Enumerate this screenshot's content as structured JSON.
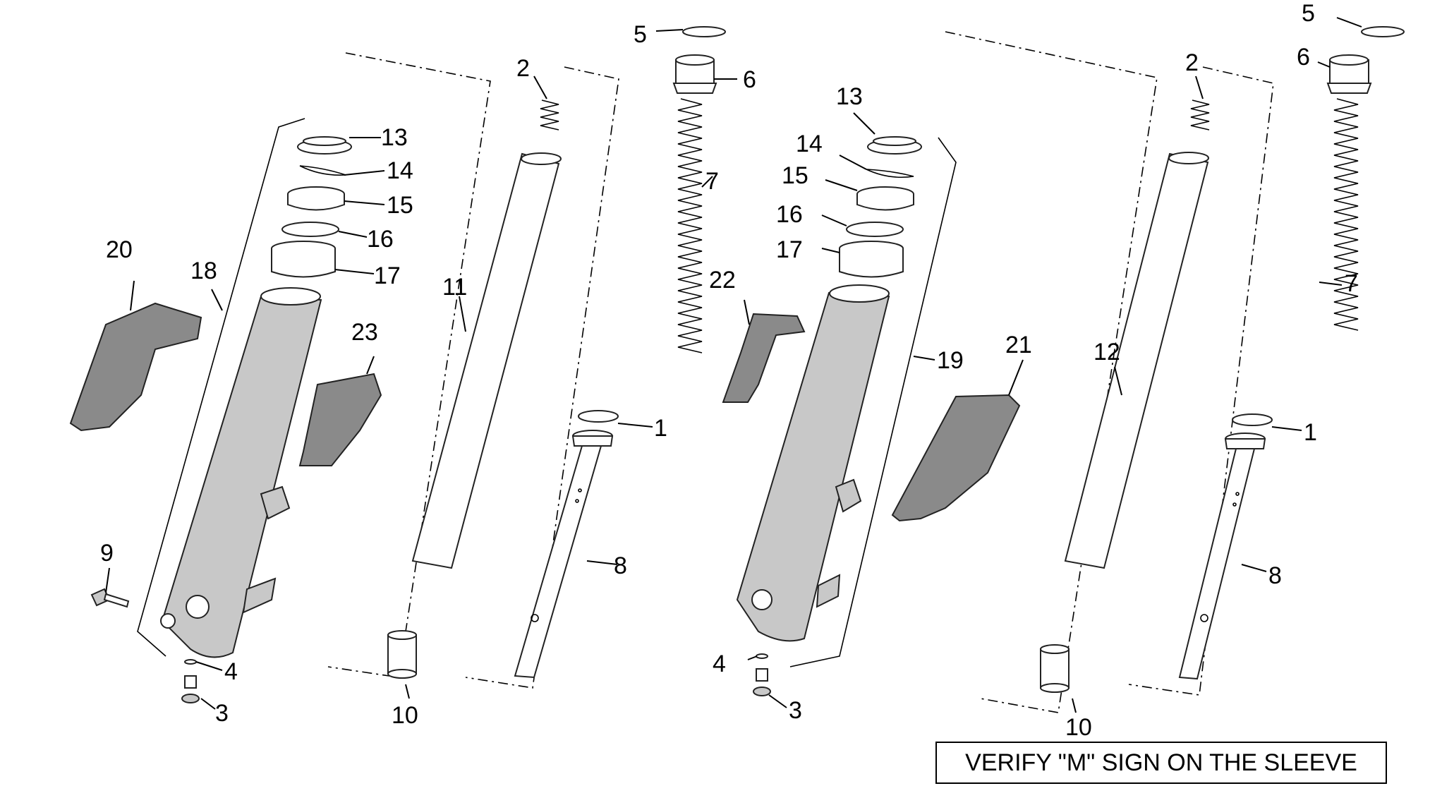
{
  "callouts": {
    "c1a": "1",
    "c1b": "1",
    "c2a": "2",
    "c2b": "2",
    "c3a": "3",
    "c3b": "3",
    "c4a": "4",
    "c4b": "4",
    "c5a": "5",
    "c5b": "5",
    "c6a": "6",
    "c6b": "6",
    "c7a": "7",
    "c7b": "7",
    "c8a": "8",
    "c8b": "8",
    "c9": "9",
    "c10a": "10",
    "c10b": "10",
    "c11": "11",
    "c12": "12",
    "c13a": "13",
    "c13b": "13",
    "c14a": "14",
    "c14b": "14",
    "c15a": "15",
    "c15b": "15",
    "c16a": "16",
    "c16b": "16",
    "c17a": "17",
    "c17b": "17",
    "c18": "18",
    "c19": "19",
    "c20": "20",
    "c21": "21",
    "c22": "22",
    "c23": "23"
  },
  "note": "VERIFY \"M\" SIGN ON THE SLEEVE"
}
